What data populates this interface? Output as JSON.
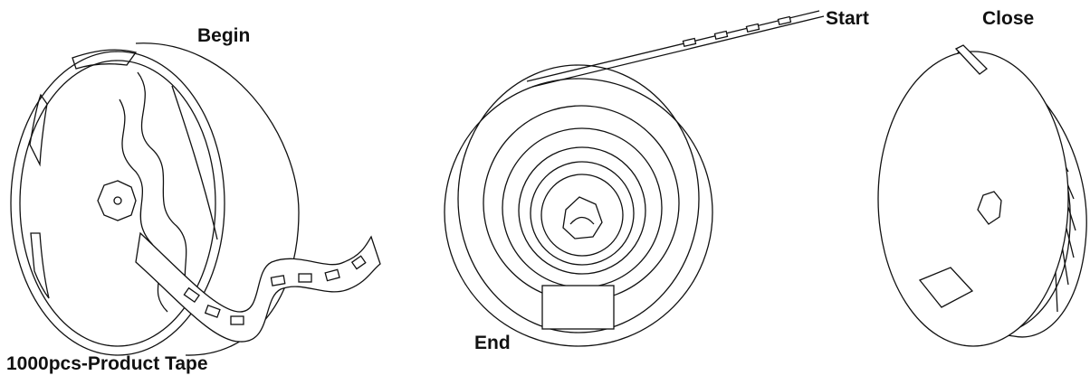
{
  "labels": {
    "begin": "Begin",
    "start": "Start",
    "close": "Close",
    "end": "End",
    "product": "1000pcs-Product Tape"
  },
  "diagram": {
    "panels": [
      "reel-unwinding",
      "reel-front-spiral",
      "reel-closed"
    ]
  }
}
